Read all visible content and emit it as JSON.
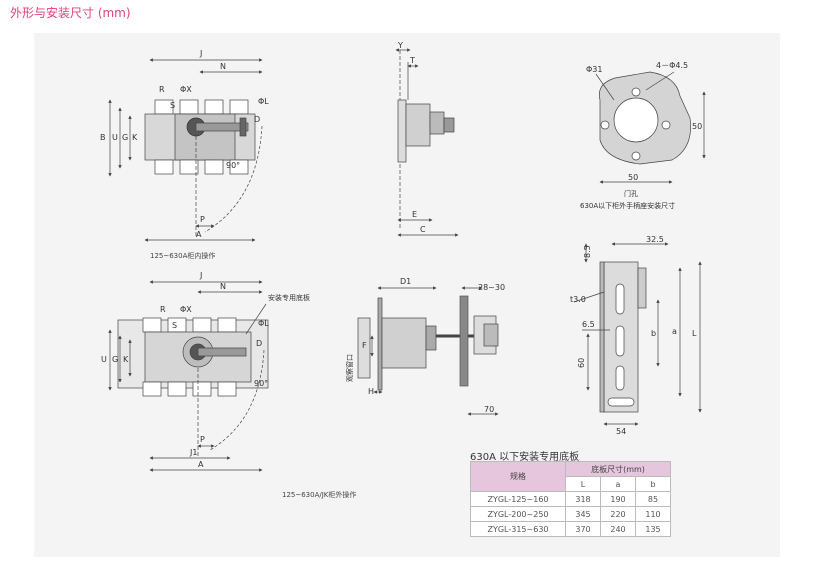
{
  "page_title": "外形与安装尺寸 (mm)",
  "drawings": {
    "internal": {
      "caption": "125~630A柜内操作",
      "labels": {
        "J": "J",
        "N": "N",
        "R": "R",
        "S": "S",
        "PhiX": "ΦX",
        "PhiL": "ΦL",
        "D": "D",
        "B": "B",
        "U": "U",
        "G": "G",
        "K": "K",
        "angle": "90°",
        "P": "P",
        "A": "A"
      }
    },
    "external": {
      "caption": "125~630A/JK柜外操作",
      "callout": "安装专用底板",
      "labels": {
        "J": "J",
        "N": "N",
        "R": "R",
        "S": "S",
        "PhiX": "ΦX",
        "PhiL": "ΦL",
        "D": "D",
        "U": "U",
        "G": "G",
        "K": "K",
        "angle": "90°",
        "P": "P",
        "J1": "J1",
        "A": "A"
      }
    },
    "side": {
      "labels": {
        "Y": "Y",
        "T": "T",
        "E": "E",
        "C": "C"
      }
    },
    "door_hole": {
      "caption_main": "门孔",
      "caption_sub": "630A以下柜外手柄座安装尺寸",
      "labels": {
        "phi31": "Φ31",
        "holes": "4－Φ4.5",
        "dim50v": "50",
        "dim50h": "50"
      }
    },
    "mount_side": {
      "labels": {
        "D1": "D1",
        "range": "28~30",
        "F": "F",
        "H": "H",
        "window": "观察窗口",
        "dim70": "70"
      }
    },
    "base_plate": {
      "labels": {
        "d85": "8.5",
        "d325": "32.5",
        "t3": "t3.0",
        "d65": "6.5",
        "b": "b",
        "a": "a",
        "L": "L",
        "d60": "60",
        "d54": "54"
      }
    }
  },
  "table": {
    "title": "630A 以下安装专用底板",
    "header_model": "规格",
    "header_group": "底板尺寸(mm)",
    "cols": [
      "L",
      "a",
      "b"
    ],
    "rows": [
      {
        "model": "ZYGL-125~160",
        "L": "318",
        "a": "190",
        "b": "85"
      },
      {
        "model": "ZYGL-200~250",
        "L": "345",
        "a": "220",
        "b": "110"
      },
      {
        "model": "ZYGL-315~630",
        "L": "370",
        "a": "240",
        "b": "135"
      }
    ]
  },
  "colors": {
    "title": "#e0407a",
    "panel": "#f4f4f4",
    "table_header": "#e6c6dd"
  }
}
